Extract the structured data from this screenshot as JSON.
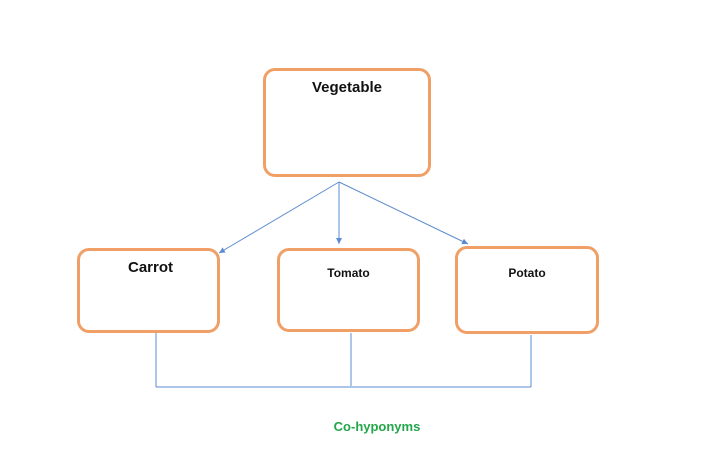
{
  "diagram": {
    "root": {
      "label": "Vegetable"
    },
    "children": [
      {
        "label": "Carrot"
      },
      {
        "label": "Tomato"
      },
      {
        "label": "Potato"
      }
    ],
    "bracket_label": "Co-hyponyms"
  },
  "colors": {
    "box_border": "#f0a066",
    "connector": "#5b8bd0",
    "bracket": "#5b8bd0",
    "caption": "#22a64a"
  }
}
